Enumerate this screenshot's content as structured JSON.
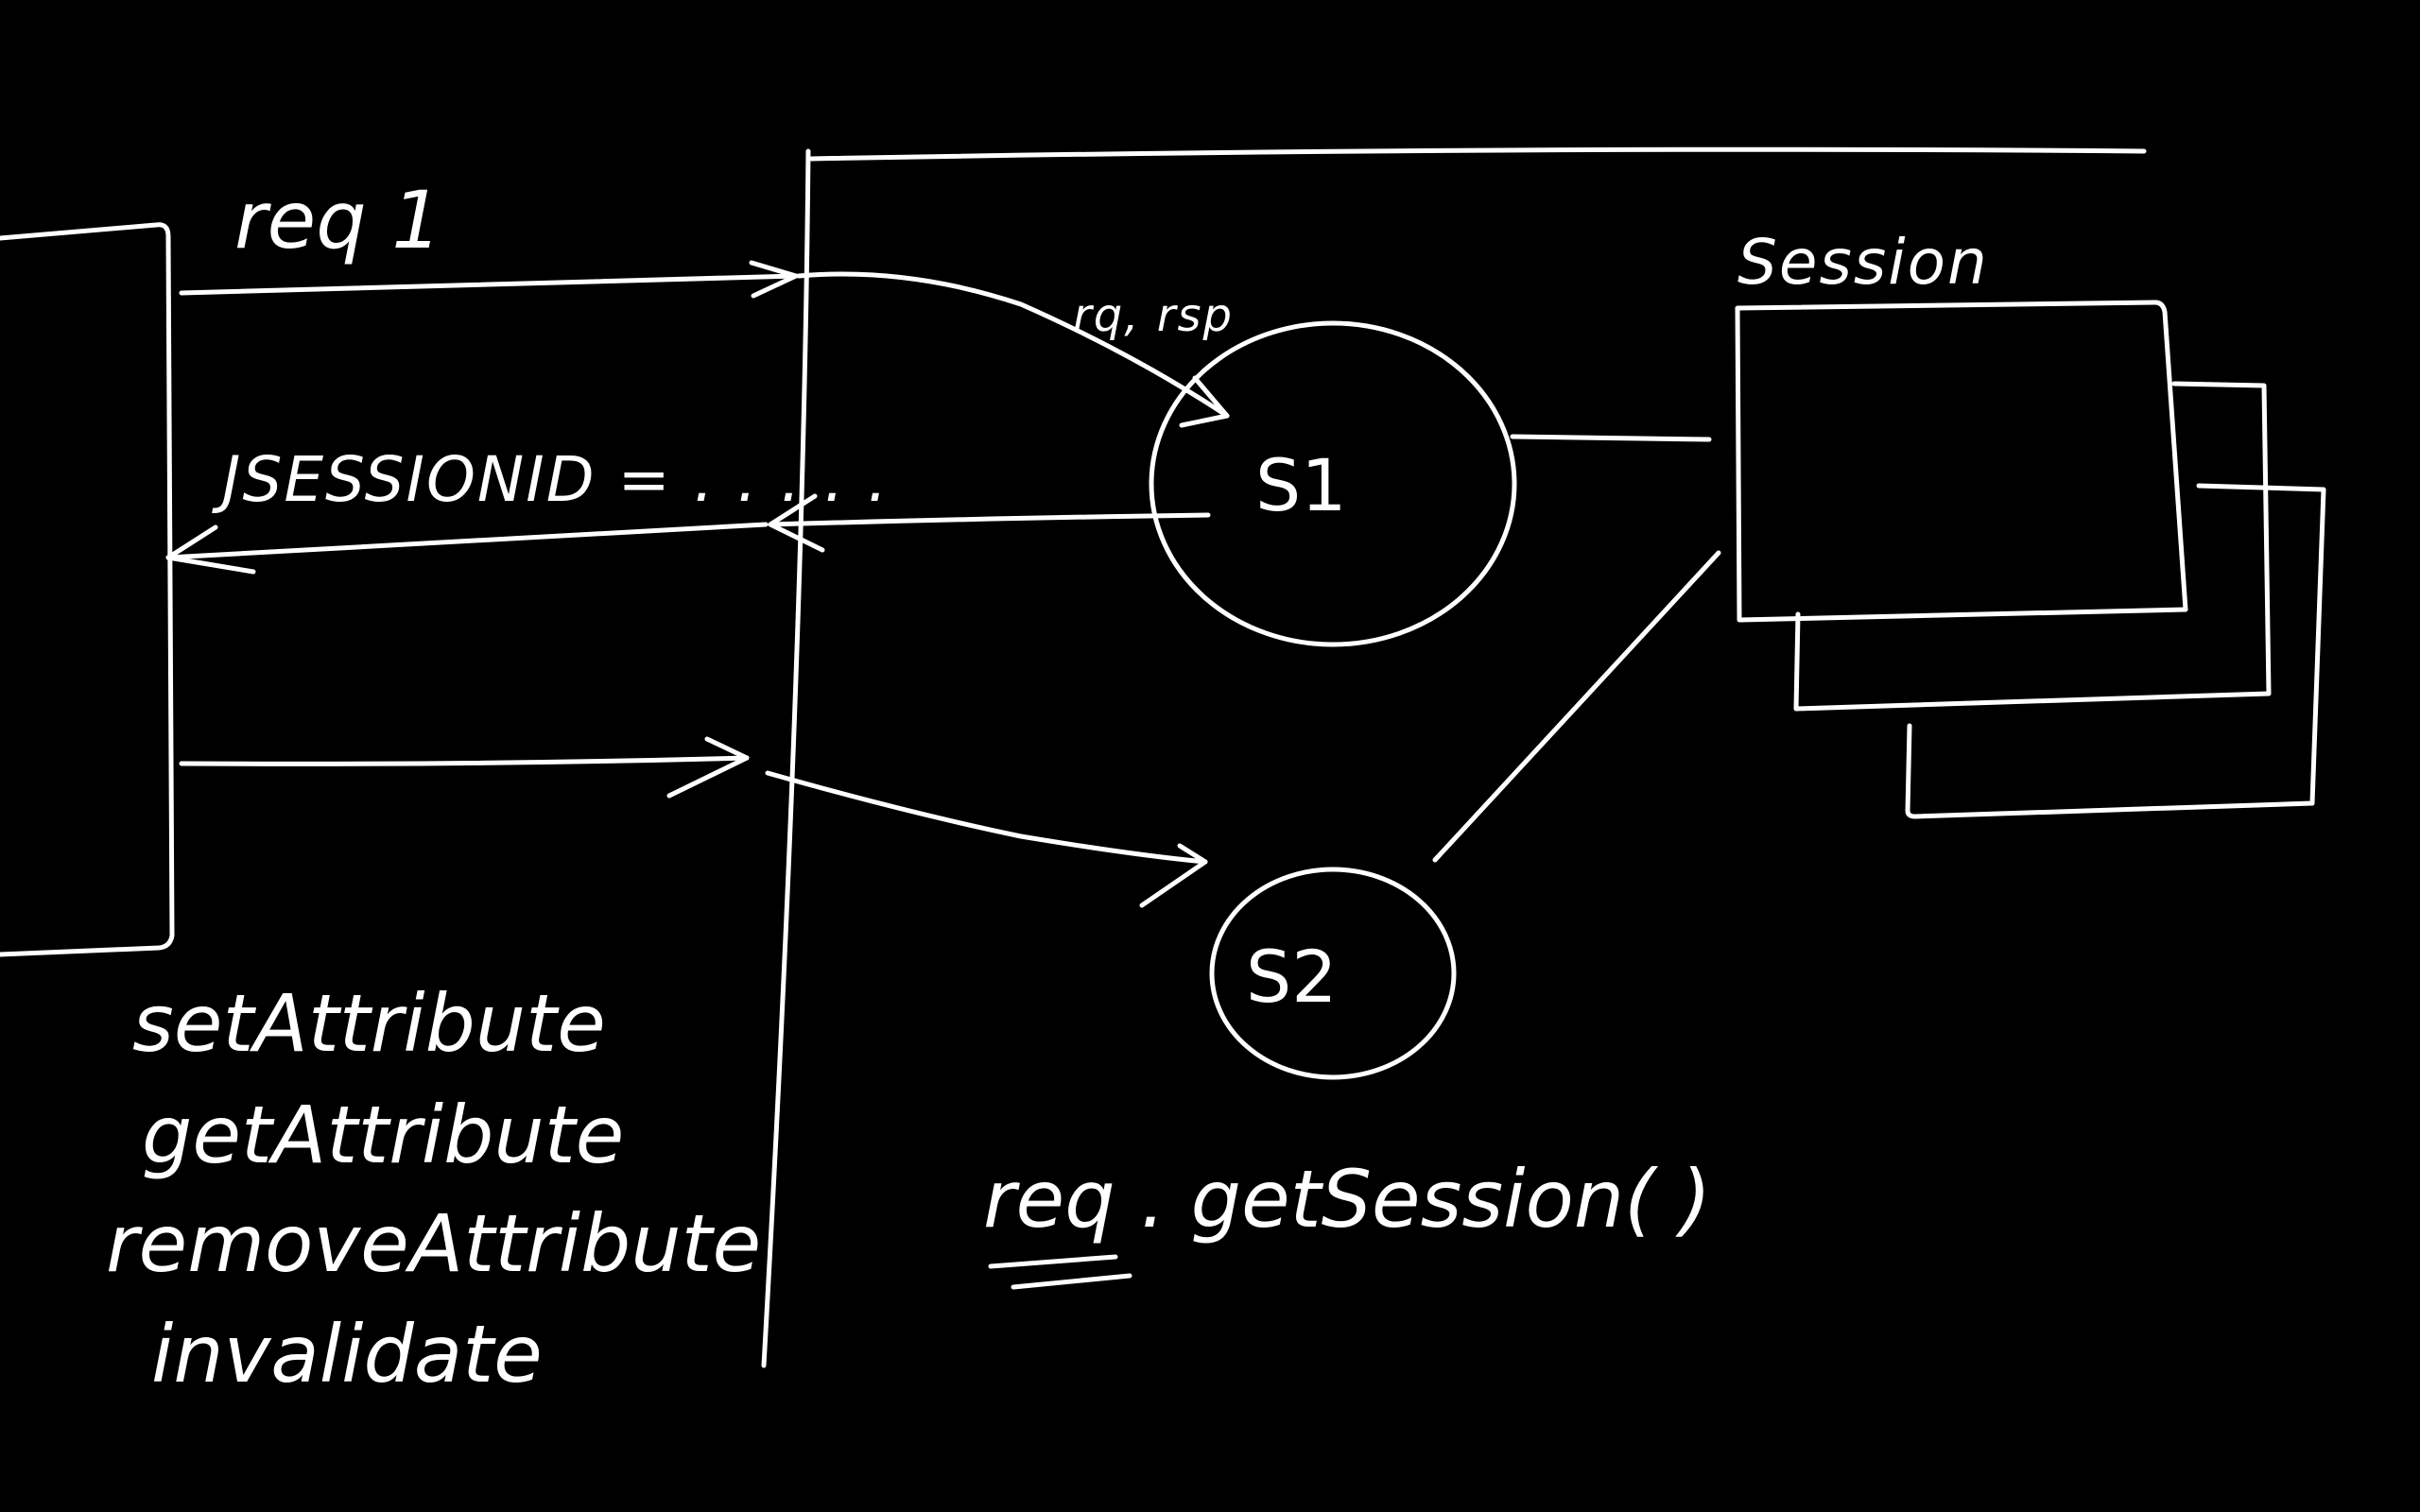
{
  "diagram": {
    "background_color": "#000000",
    "ink_color": "#ffffff",
    "labels": {
      "request_label": "req 1",
      "cookie_label": "JSESSIONID = . . . . .",
      "forward_label": "rq, rsp",
      "session_label": "Session",
      "servlet_1": "S1",
      "servlet_2": "S2",
      "call_label": "req . getSession( )",
      "methods": [
        "setAttribute",
        "getAttribute",
        "removeAttribute",
        "invalidate"
      ]
    },
    "icons": [
      "arrow-right-icon",
      "arrow-left-icon"
    ]
  }
}
